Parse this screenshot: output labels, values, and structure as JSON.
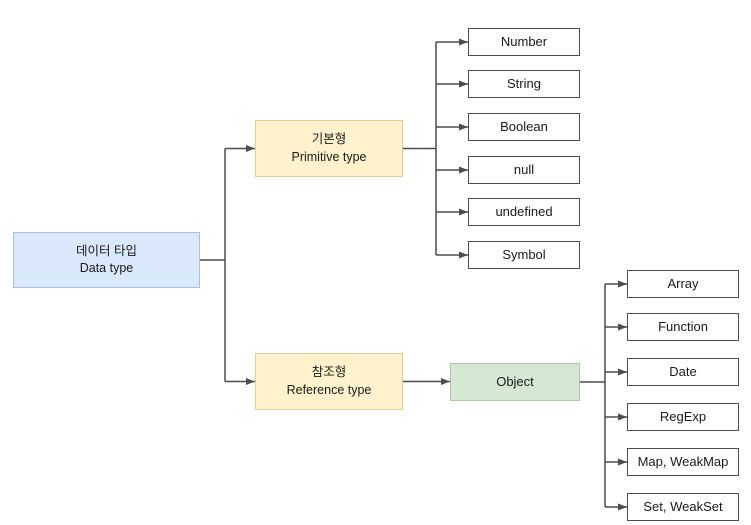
{
  "nodes": {
    "root": {
      "line1": "데이터 타입",
      "line2": "Data type"
    },
    "primitive": {
      "line1": "기본형",
      "line2": "Primitive type"
    },
    "reference": {
      "line1": "참조형",
      "line2": "Reference type"
    },
    "object": {
      "label": "Object"
    },
    "primitive_children": [
      "Number",
      "String",
      "Boolean",
      "null",
      "undefined",
      "Symbol"
    ],
    "reference_children": [
      "Array",
      "Function",
      "Date",
      "RegExp",
      "Map, WeakMap",
      "Set, WeakSet"
    ]
  },
  "colors": {
    "root_fill": "#dae8fc",
    "root_stroke": "#aabee1",
    "category_fill": "#fff2cc",
    "category_stroke": "#e3cd96",
    "object_fill": "#d5e8d4",
    "object_stroke": "#b0c8a8",
    "leaf_fill": "#ffffff",
    "leaf_stroke": "#4d4d4d",
    "connector": "#4d4d4d"
  }
}
